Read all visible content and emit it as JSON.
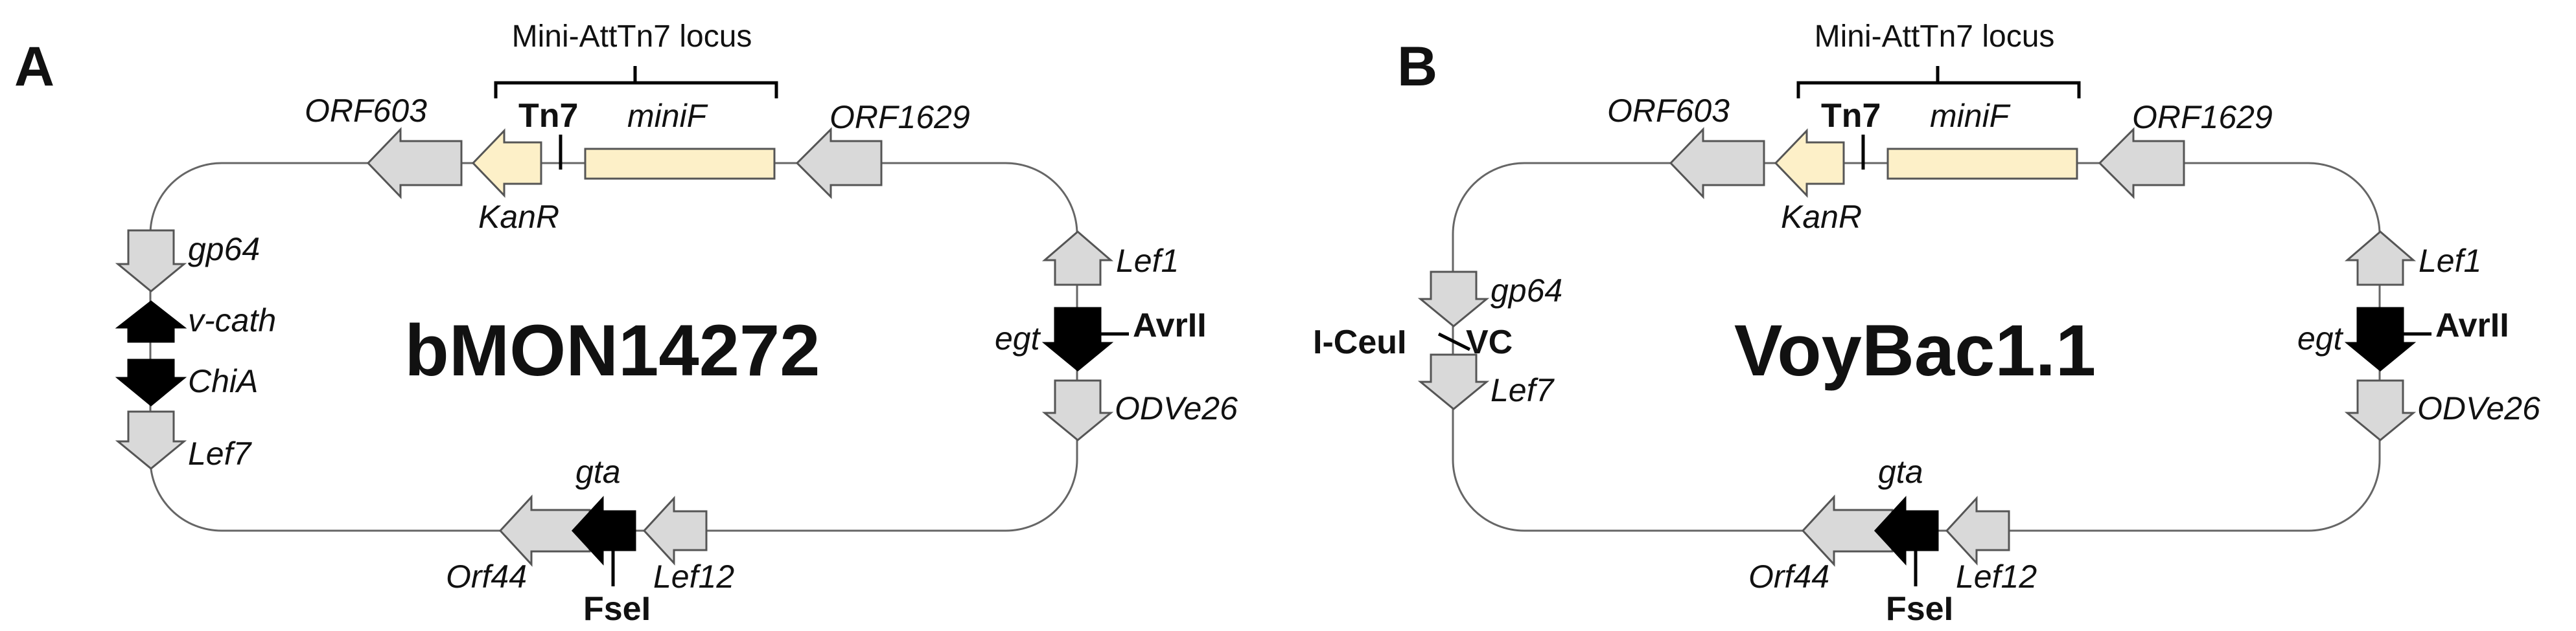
{
  "panels": [
    {
      "letter": "A",
      "locus_title": "Mini-AttTn7 locus",
      "plasmid_name": "bMON14272",
      "genes": {
        "orf603": "ORF603",
        "tn7": "Tn7",
        "minif": "miniF",
        "orf1629": "ORF1629",
        "kanr": "KanR",
        "gp64": "gp64",
        "vcath": "v-cath",
        "chia": "ChiA",
        "lef7": "Lef7",
        "lef1": "Lef1",
        "egt": "egt",
        "avrii": "AvrII",
        "odve26": "ODVe26",
        "gta": "gta",
        "orf44": "Orf44",
        "fsei": "FseI",
        "lef12": "Lef12"
      }
    },
    {
      "letter": "B",
      "locus_title": "Mini-AttTn7 locus",
      "plasmid_name": "VoyBac1.1",
      "genes": {
        "orf603": "ORF603",
        "tn7": "Tn7",
        "minif": "miniF",
        "orf1629": "ORF1629",
        "kanr": "KanR",
        "gp64": "gp64",
        "iceui": "I-CeuI",
        "vc": "VC",
        "lef7": "Lef7",
        "lef1": "Lef1",
        "egt": "egt",
        "avrii": "AvrII",
        "odve26": "ODVe26",
        "gta": "gta",
        "orf44": "Orf44",
        "fsei": "FseI",
        "lef12": "Lef12"
      }
    }
  ],
  "colors": {
    "gray_fill": "#d9d9d9",
    "cream_fill": "#fdf0c8",
    "black_fill": "#000000",
    "backbone": "#666666"
  }
}
